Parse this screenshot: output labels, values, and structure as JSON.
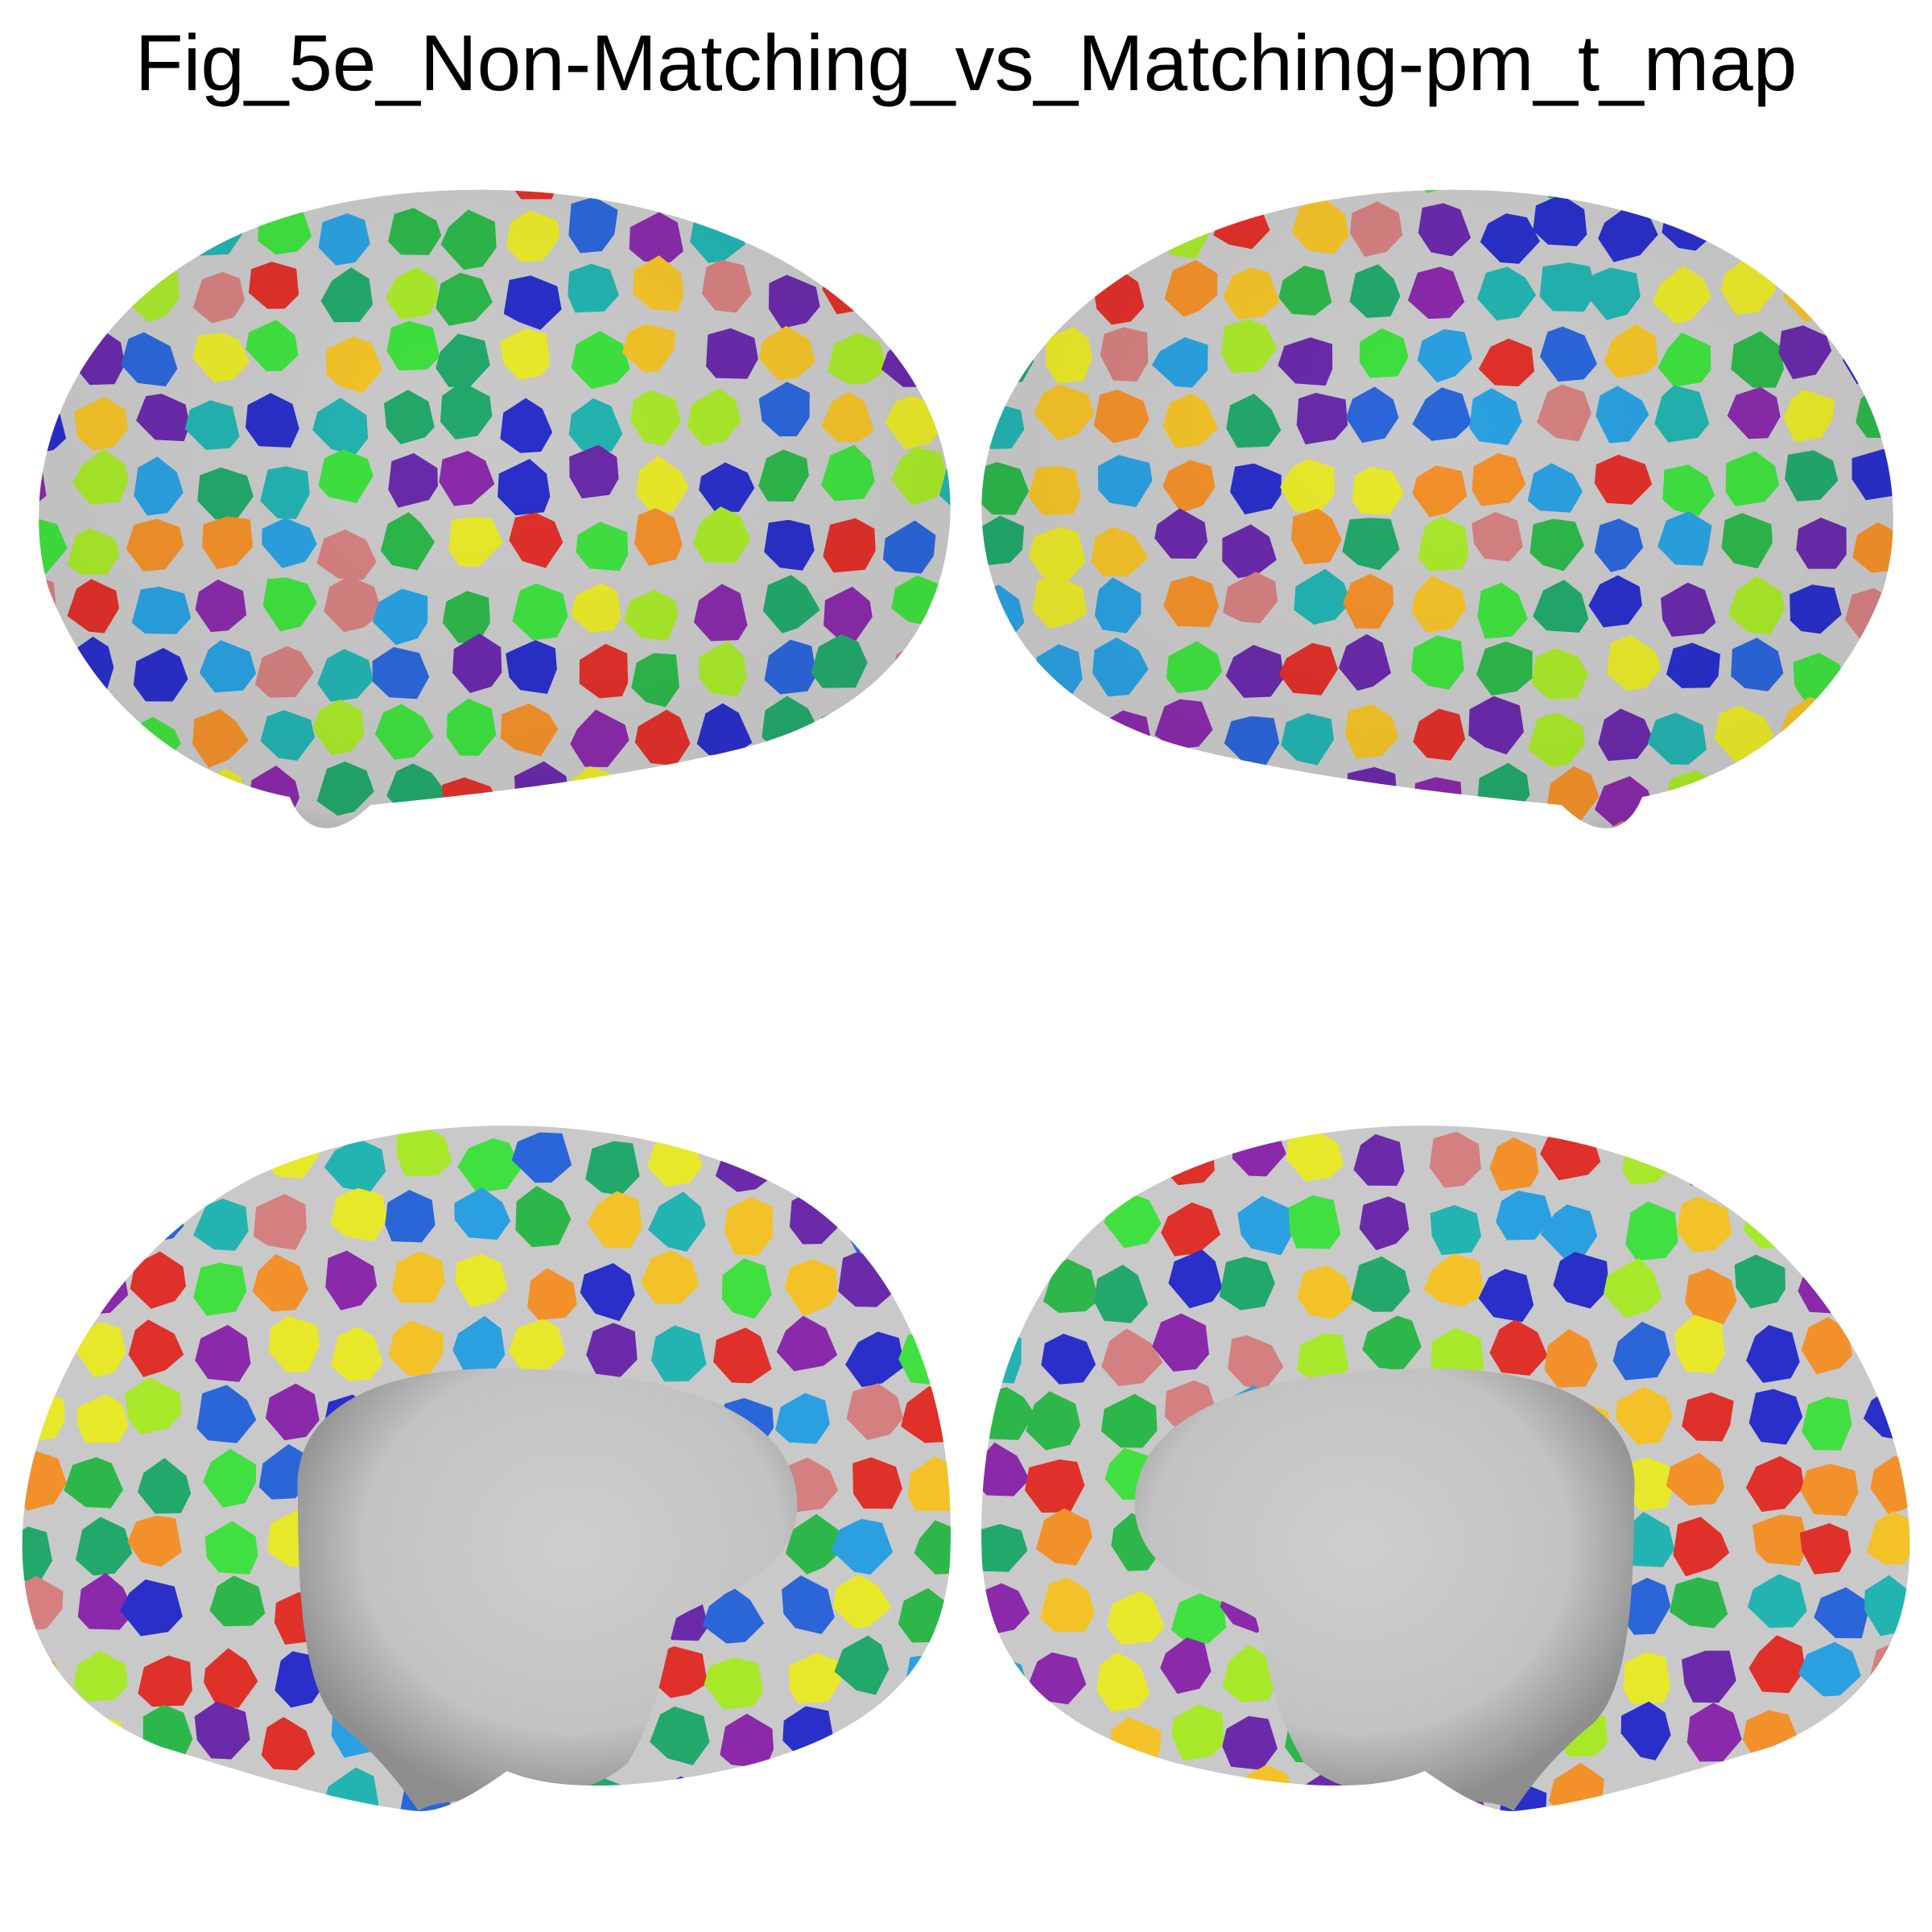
{
  "title": "Fig_5e_Non-Matching_vs_Matching-pm_t_map",
  "views": [
    "lateral-left",
    "lateral-right",
    "medial-left",
    "medial-right"
  ],
  "colors": {
    "boundary": "#c9c9c9",
    "medial_wall": "#c8c8c8",
    "palette": [
      "#2a2fc9",
      "#2b66d9",
      "#2aa0e0",
      "#23b3b0",
      "#22a86a",
      "#2db64a",
      "#3fe03f",
      "#a8e82a",
      "#e8e82a",
      "#f2c228",
      "#f2902a",
      "#e0302a",
      "#d48080",
      "#8a2aaa",
      "#6a2aaa",
      "#222222"
    ]
  }
}
